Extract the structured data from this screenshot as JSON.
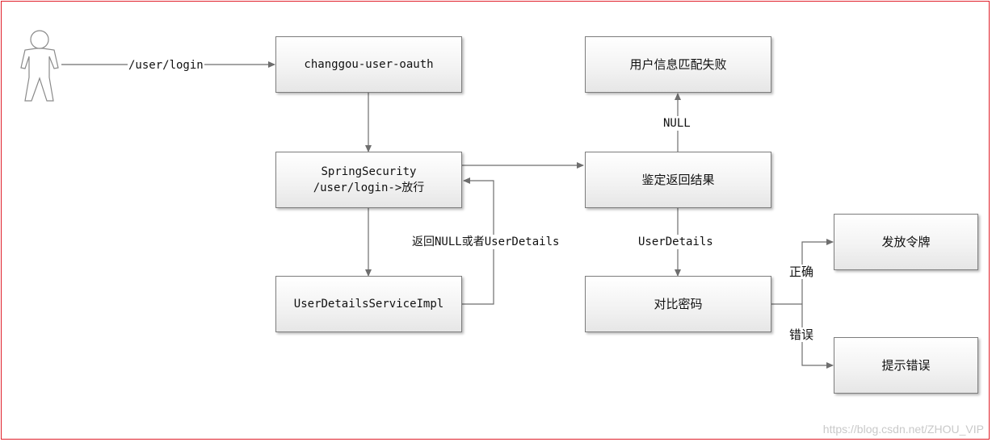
{
  "nodes": {
    "oauth": "changgou-user-oauth",
    "security_line1": "SpringSecurity",
    "security_line2": "/user/login->放行",
    "user_details_service": "UserDetailsServiceImpl",
    "match_failed": "用户信息匹配失败",
    "auth_result": "鉴定返回结果",
    "compare_password": "对比密码",
    "issue_token": "发放令牌",
    "show_error": "提示错误"
  },
  "edges": {
    "login": "/user/login",
    "return_null_or_details": "返回NULL或者UserDetails",
    "null": "NULL",
    "user_details": "UserDetails",
    "correct": "正确",
    "wrong": "错误"
  },
  "watermark": "https://blog.csdn.net/ZHOU_VIP",
  "colors": {
    "frame": "#e0202a",
    "line": "#6e6e6e"
  }
}
